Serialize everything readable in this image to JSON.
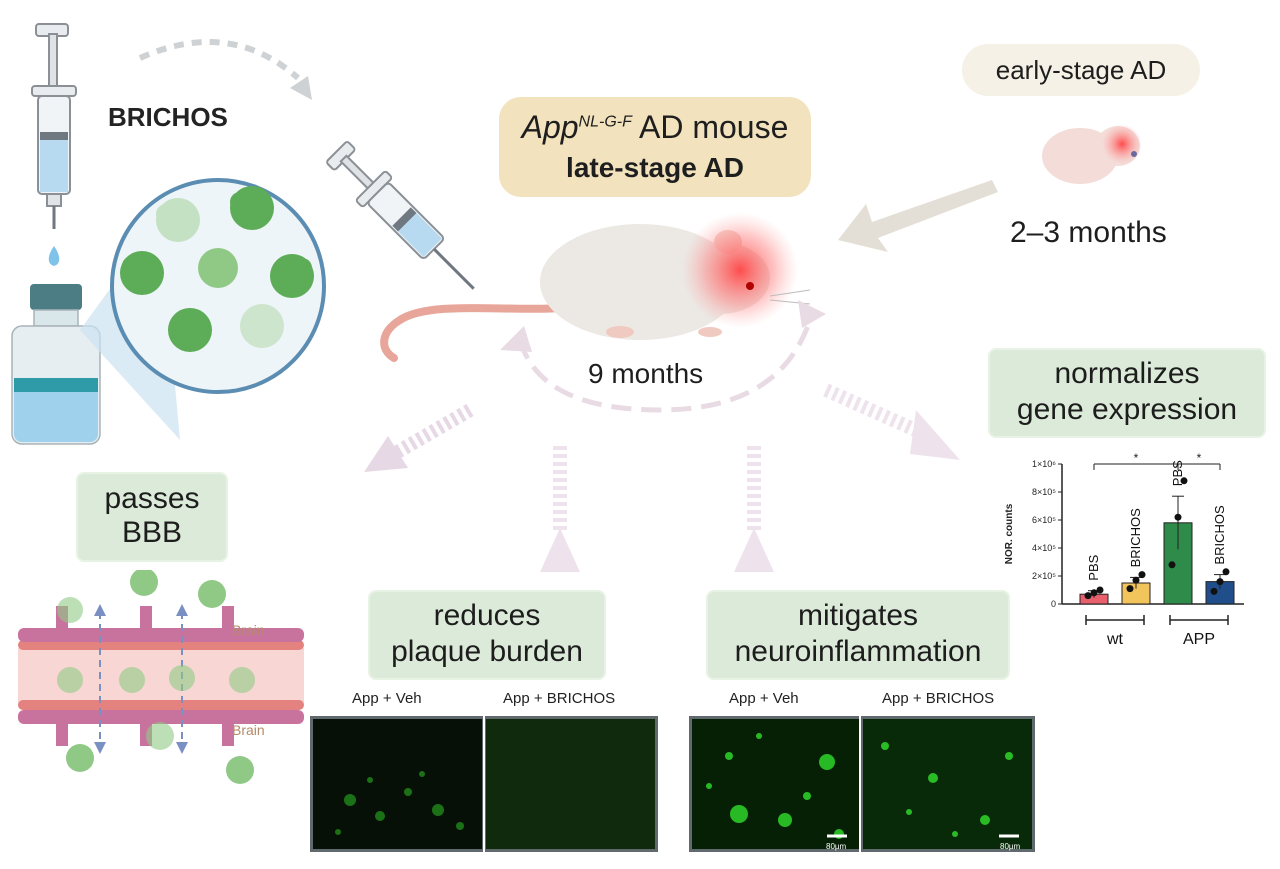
{
  "labels": {
    "brichos": "BRICHOS",
    "mouse_model_prefix": "App",
    "mouse_model_sup": "NL-G-F",
    "mouse_model_suffix": " AD mouse",
    "late_stage": "late-stage AD",
    "early_stage": "early-stage AD",
    "age_early": "2–3 months",
    "age_late": "9 months",
    "passes_bbb_line1": "passes",
    "passes_bbb_line2": "BBB",
    "brain_top": "Brain",
    "brain_bottom": "Brain",
    "reduces_line1": "reduces",
    "reduces_line2": "plaque burden",
    "mitigates_line1": "mitigates",
    "mitigates_line2": "neuroinflammation",
    "normalizes_line1": "normalizes",
    "normalizes_line2": "gene expression"
  },
  "micrographs": {
    "plaque": {
      "left_label": "App + Veh",
      "right_label": "App + BRICHOS"
    },
    "inflammation": {
      "left_label": "App + Veh",
      "right_label": "App + BRICHOS",
      "scale_bar": "80µm"
    }
  },
  "colors": {
    "green_box": "#dcebd9",
    "cream_box": "#f2e2bd",
    "arrow_pink": "#e7d8e6",
    "bar_pbs_wt": "#e8606c",
    "bar_brichos_wt": "#f2c45c",
    "bar_pbs_app": "#2e8b4a",
    "bar_brichos_app": "#1f4e8a"
  },
  "chart_data": {
    "type": "bar",
    "ylabel": "NOR. counts",
    "ylim": [
      0,
      1000000
    ],
    "yticks": [
      "0",
      "2×10⁵",
      "4×10⁵",
      "6×10⁵",
      "8×10⁵",
      "1×10⁶"
    ],
    "yticks_values": [
      0,
      200000,
      400000,
      600000,
      800000,
      1000000
    ],
    "categories": [
      "PBS",
      "BRICHOS",
      "PBS",
      "BRICHOS"
    ],
    "groups": [
      "wt",
      "APP"
    ],
    "values": [
      70000,
      150000,
      580000,
      160000
    ],
    "errors": [
      25000,
      40000,
      190000,
      50000
    ],
    "points": [
      [
        60000,
        80000,
        100000
      ],
      [
        110000,
        170000,
        210000
      ],
      [
        280000,
        620000,
        880000
      ],
      [
        90000,
        160000,
        230000
      ]
    ],
    "significance": [
      "*",
      "*"
    ]
  }
}
